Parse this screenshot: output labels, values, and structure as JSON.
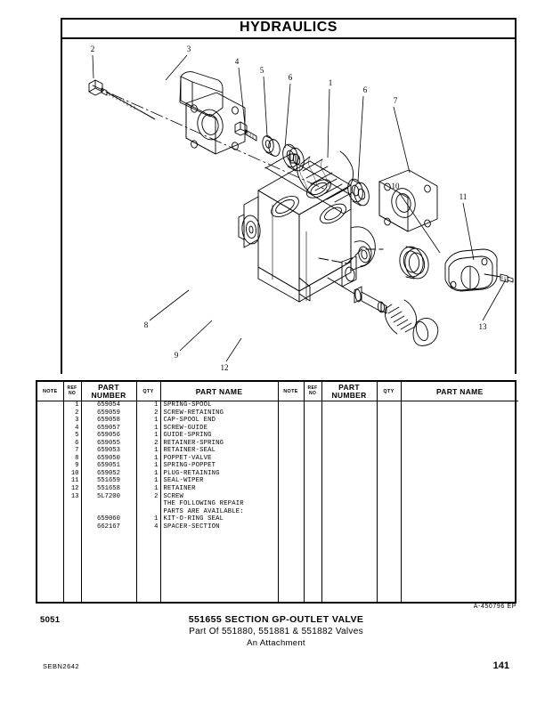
{
  "header": {
    "title": "HYDRAULICS"
  },
  "table": {
    "headers": {
      "note": "NOTE",
      "ref_no_line1": "REF",
      "ref_no_line2": "NO",
      "part_number_line1": "PART",
      "part_number_line2": "NUMBER",
      "qty": "QTY",
      "part_name": "PART NAME"
    },
    "left_rows": [
      {
        "note": "",
        "ref": "1",
        "part_number": "659054",
        "qty": "1",
        "part_name": "SPRING-SPOOL"
      },
      {
        "note": "",
        "ref": "2",
        "part_number": "659059",
        "qty": "2",
        "part_name": "SCREW-RETAINING"
      },
      {
        "note": "",
        "ref": "3",
        "part_number": "659058",
        "qty": "1",
        "part_name": "CAP-SPOOL END"
      },
      {
        "note": "",
        "ref": "4",
        "part_number": "659057",
        "qty": "1",
        "part_name": "SCREW-GUIDE"
      },
      {
        "note": "",
        "ref": "5",
        "part_number": "659056",
        "qty": "1",
        "part_name": "GUIDE-SPRING"
      },
      {
        "note": "",
        "ref": "6",
        "part_number": "659055",
        "qty": "2",
        "part_name": "RETAINER-SPRING"
      },
      {
        "note": "",
        "ref": "7",
        "part_number": "659053",
        "qty": "1",
        "part_name": "RETAINER-SEAL"
      },
      {
        "note": "",
        "ref": "8",
        "part_number": "659050",
        "qty": "1",
        "part_name": "POPPET-VALVE"
      },
      {
        "note": "",
        "ref": "9",
        "part_number": "659051",
        "qty": "1",
        "part_name": "SPRING-POPPET"
      },
      {
        "note": "",
        "ref": "10",
        "part_number": "659052",
        "qty": "1",
        "part_name": "PLUG-RETAINING"
      },
      {
        "note": "",
        "ref": "11",
        "part_number": "551659",
        "qty": "1",
        "part_name": "SEAL-WIPER"
      },
      {
        "note": "",
        "ref": "12",
        "part_number": "551658",
        "qty": "1",
        "part_name": "RETAINER"
      },
      {
        "note": "",
        "ref": "13",
        "part_number": "5L7200",
        "qty": "2",
        "part_name": "SCREW"
      },
      {
        "note": "",
        "ref": "",
        "part_number": "",
        "qty": "",
        "part_name": "THE FOLLOWING REPAIR"
      },
      {
        "note": "",
        "ref": "",
        "part_number": "",
        "qty": "",
        "part_name": "PARTS ARE AVAILABLE:"
      },
      {
        "note": "",
        "ref": "",
        "part_number": "659060",
        "qty": "1",
        "part_name": "KIT-O-RING SEAL"
      },
      {
        "note": "",
        "ref": "",
        "part_number": "662167",
        "qty": "4",
        "part_name": "SPACER-SECTION"
      }
    ],
    "right_rows": []
  },
  "diagram": {
    "callouts": [
      "1",
      "2",
      "3",
      "4",
      "5",
      "6",
      "6",
      "7",
      "8",
      "9",
      "10",
      "11",
      "12",
      "13"
    ]
  },
  "footer": {
    "drawing_number": "A-450796 EP",
    "section_code": "5051",
    "title_line1": "551655 SECTION GP-OUTLET VALVE",
    "title_line2": "Part Of 551880, 551881 & 551882 Valves",
    "title_line3": "An Attachment",
    "publication_code": "SEBN2642",
    "page_number": "141"
  }
}
